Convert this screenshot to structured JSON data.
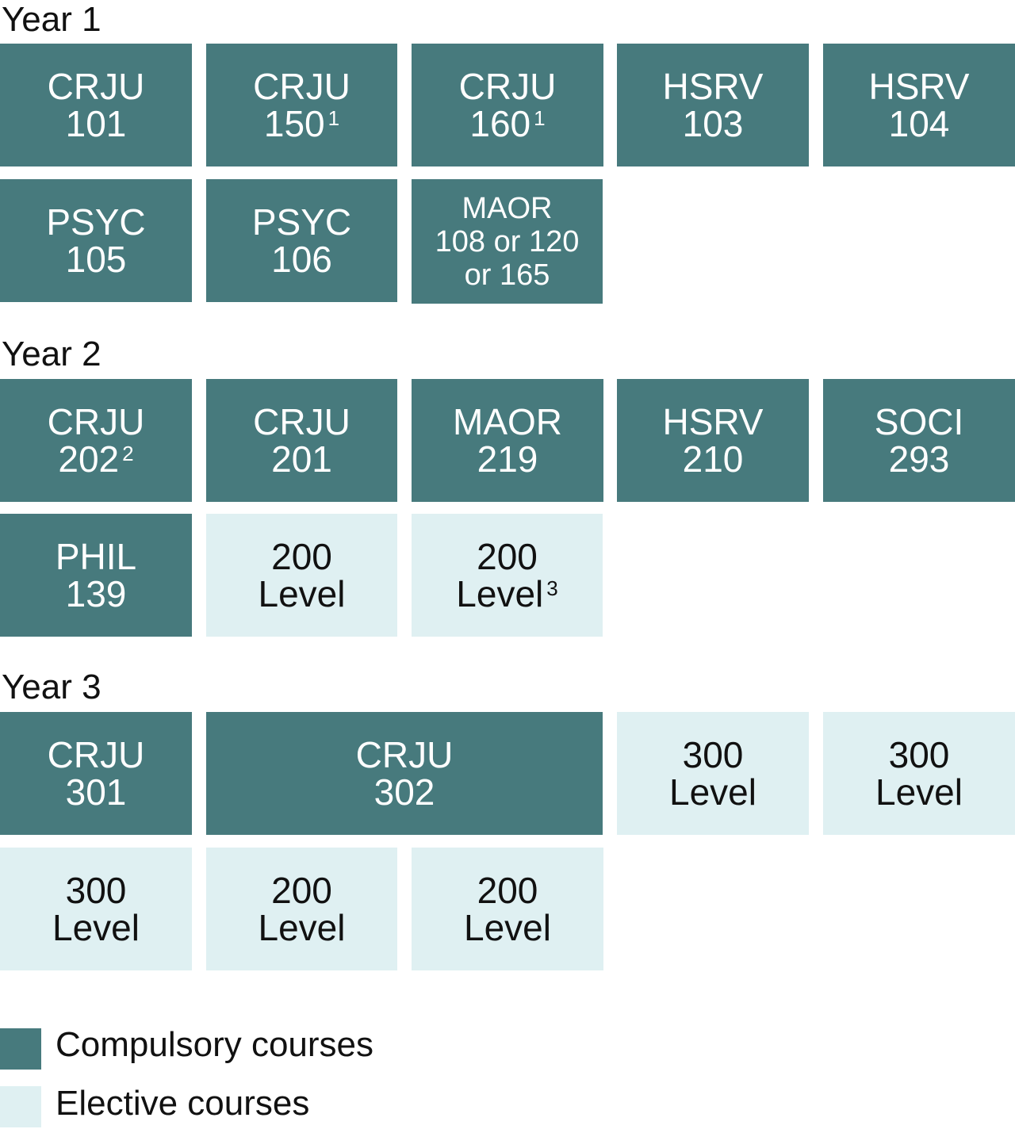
{
  "colors": {
    "compulsory": "#477a7d",
    "elective": "#dff0f2"
  },
  "years": [
    {
      "label": "Year 1",
      "courses": [
        {
          "line1": "CRJU",
          "line2": "101",
          "type": "compulsory"
        },
        {
          "line1": "CRJU",
          "line2": "150",
          "sup": "1",
          "type": "compulsory"
        },
        {
          "line1": "CRJU",
          "line2": "160",
          "sup": "1",
          "type": "compulsory"
        },
        {
          "line1": "HSRV",
          "line2": "103",
          "type": "compulsory"
        },
        {
          "line1": "HSRV",
          "line2": "104",
          "type": "compulsory"
        },
        {
          "line1": "PSYC",
          "line2": "105",
          "type": "compulsory"
        },
        {
          "line1": "PSYC",
          "line2": "106",
          "type": "compulsory"
        },
        {
          "line1": "MAOR",
          "line2": "108 or 120",
          "line3": "or 165",
          "type": "compulsory"
        }
      ]
    },
    {
      "label": "Year 2",
      "courses": [
        {
          "line1": "CRJU",
          "line2": "202",
          "sup": "2",
          "type": "compulsory"
        },
        {
          "line1": "CRJU",
          "line2": "201",
          "type": "compulsory"
        },
        {
          "line1": "MAOR",
          "line2": "219",
          "type": "compulsory"
        },
        {
          "line1": "HSRV",
          "line2": "210",
          "type": "compulsory"
        },
        {
          "line1": "SOCI",
          "line2": "293",
          "type": "compulsory"
        },
        {
          "line1": "PHIL",
          "line2": "139",
          "type": "compulsory"
        },
        {
          "line1": "200",
          "line2": "Level",
          "type": "elective"
        },
        {
          "line1": "200",
          "line2": "Level",
          "sup": "3",
          "type": "elective"
        }
      ]
    },
    {
      "label": "Year 3",
      "courses": [
        {
          "line1": "CRJU",
          "line2": "301",
          "type": "compulsory"
        },
        {
          "line1": "CRJU",
          "line2": "302",
          "type": "compulsory"
        },
        {
          "line1": "300",
          "line2": "Level",
          "type": "elective"
        },
        {
          "line1": "300",
          "line2": "Level",
          "type": "elective"
        },
        {
          "line1": "300",
          "line2": "Level",
          "type": "elective"
        },
        {
          "line1": "200",
          "line2": "Level",
          "type": "elective"
        },
        {
          "line1": "200",
          "line2": "Level",
          "type": "elective"
        }
      ]
    }
  ],
  "legend": [
    {
      "label": "Compulsory courses",
      "type": "compulsory"
    },
    {
      "label": "Elective courses",
      "type": "elective"
    }
  ]
}
